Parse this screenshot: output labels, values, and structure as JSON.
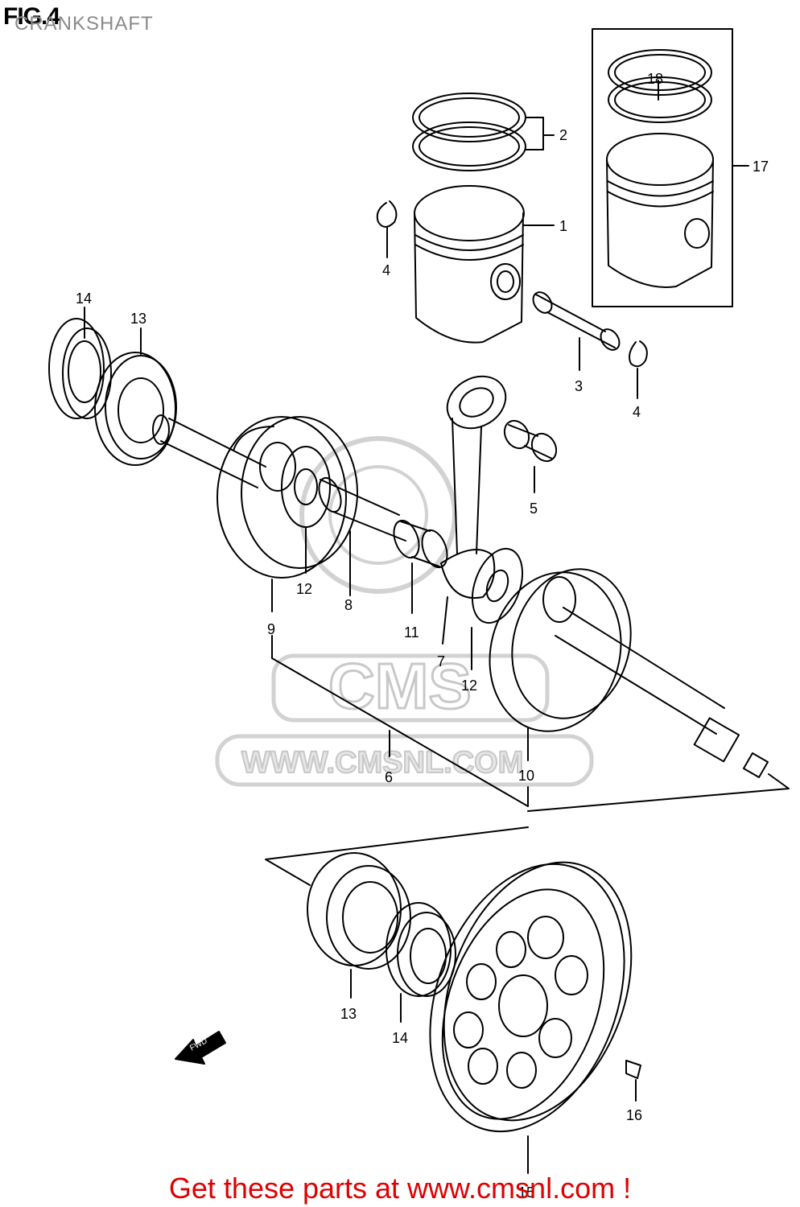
{
  "figure": {
    "number": "FIG.4",
    "title": "CRANKSHAFT"
  },
  "watermark": {
    "brand": "CMS",
    "url": "WWW.CMSNL.COM"
  },
  "fwd_arrow": "FWD",
  "callouts": {
    "c1": "1",
    "c2": "2",
    "c3": "3",
    "c4a": "4",
    "c4b": "4",
    "c5": "5",
    "c6": "6",
    "c7": "7",
    "c8": "8",
    "c9": "9",
    "c10": "10",
    "c11": "11",
    "c12a": "12",
    "c12b": "12",
    "c13a": "13",
    "c13b": "13",
    "c14a": "14",
    "c14b": "14",
    "c15": "15",
    "c16": "16",
    "c17": "17",
    "c18": "18"
  },
  "footer": "Get these parts at www.cmsnl.com !"
}
